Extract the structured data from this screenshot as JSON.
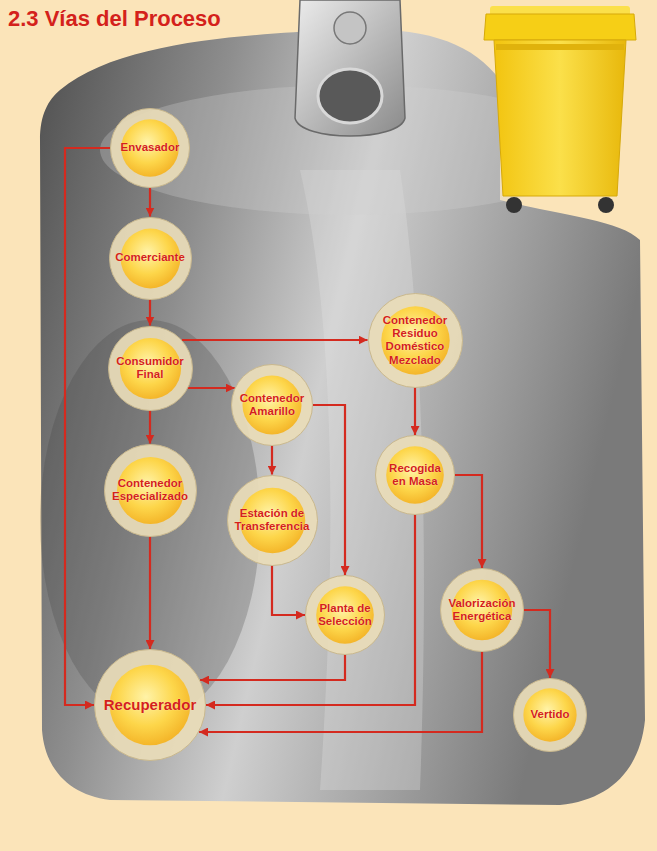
{
  "diagram": {
    "title": "2.3 Vías del Proceso",
    "nodes": [
      {
        "text": [
          "Envasador"
        ]
      },
      {
        "text": [
          "Comerciante"
        ]
      },
      {
        "text": [
          "Consumidor Final"
        ]
      },
      {
        "text": [
          "Contenedor Residuo Doméstico Mezclado"
        ]
      },
      {
        "text": [
          "Contenedor Amarillo"
        ]
      },
      {
        "text": [
          "Contenedor Especializado"
        ]
      },
      {
        "text": [
          "Recogida en Masa"
        ]
      },
      {
        "text": [
          "Estación de Transferencia"
        ]
      },
      {
        "text": [
          "Planta de Selección"
        ]
      },
      {
        "text": [
          "Valorización Energética"
        ]
      },
      {
        "text": [
          "Recuperador"
        ]
      },
      {
        "text": [
          "Vertido"
        ]
      }
    ],
    "edges": [
      {
        "from": 0,
        "to": 1,
        "arrow": "to"
      },
      {
        "from": 1,
        "to": 2,
        "arrow": "to"
      },
      {
        "from": 2,
        "to": 3,
        "arrow": "to"
      },
      {
        "from": 2,
        "to": 4,
        "arrow": "to"
      },
      {
        "from": 2,
        "to": 5,
        "arrow": "to"
      },
      {
        "from": 0,
        "to": 10,
        "arrow": "to"
      },
      {
        "from": 4,
        "to": 7,
        "arrow": "to"
      },
      {
        "from": 4,
        "to": 8,
        "arrow": "to"
      },
      {
        "from": 3,
        "to": 6,
        "arrow": "to"
      },
      {
        "from": 7,
        "to": 8,
        "arrow": "to"
      },
      {
        "from": 5,
        "to": 10,
        "arrow": "to"
      },
      {
        "from": 6,
        "to": 9,
        "arrow": "to"
      },
      {
        "from": 6,
        "to": 10,
        "arrow": "to"
      },
      {
        "from": 8,
        "to": 10,
        "arrow": "to"
      },
      {
        "from": 9,
        "to": 11,
        "arrow": "to"
      },
      {
        "from": 9,
        "to": 10,
        "arrow": "to"
      }
    ]
  }
}
